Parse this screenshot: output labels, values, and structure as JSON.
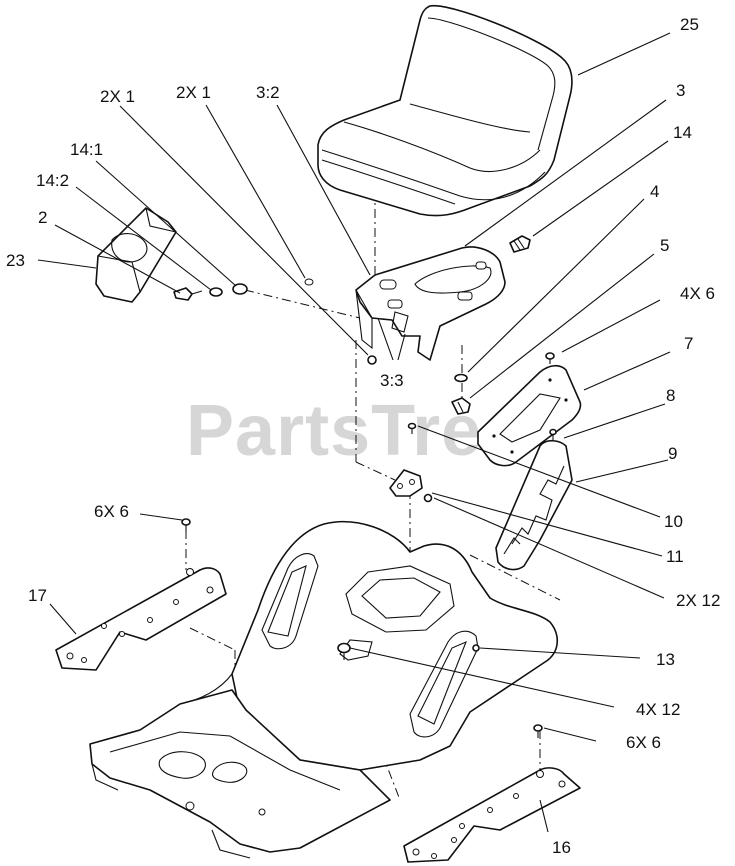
{
  "watermark": "PartsTree",
  "watermark_trademark": "™",
  "callouts": [
    {
      "id": "25",
      "text": "25"
    },
    {
      "id": "3",
      "text": "3"
    },
    {
      "id": "14",
      "text": "14"
    },
    {
      "id": "4",
      "text": "4"
    },
    {
      "id": "5",
      "text": "5"
    },
    {
      "id": "4x6",
      "text": "4X 6"
    },
    {
      "id": "7",
      "text": "7"
    },
    {
      "id": "8",
      "text": "8"
    },
    {
      "id": "9",
      "text": "9"
    },
    {
      "id": "10",
      "text": "10"
    },
    {
      "id": "11",
      "text": "11"
    },
    {
      "id": "2x12",
      "text": "2X 12"
    },
    {
      "id": "13",
      "text": "13"
    },
    {
      "id": "4x12",
      "text": "4X 12"
    },
    {
      "id": "6x6b",
      "text": "6X 6"
    },
    {
      "id": "16",
      "text": "16"
    },
    {
      "id": "2x1a",
      "text": "2X 1"
    },
    {
      "id": "2x1b",
      "text": "2X 1"
    },
    {
      "id": "3_2",
      "text": "3:2"
    },
    {
      "id": "14_1",
      "text": "14:1"
    },
    {
      "id": "14_2",
      "text": "14:2"
    },
    {
      "id": "2",
      "text": "2"
    },
    {
      "id": "23",
      "text": "23"
    },
    {
      "id": "3_3",
      "text": "3:3"
    },
    {
      "id": "6x6a",
      "text": "6X 6"
    },
    {
      "id": "17",
      "text": "17"
    }
  ]
}
